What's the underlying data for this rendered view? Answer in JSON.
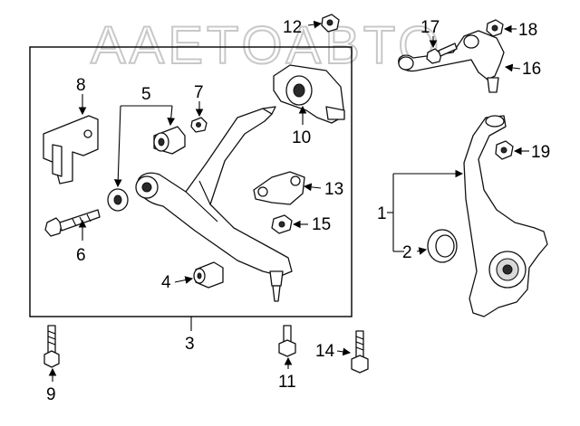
{
  "watermark": "AAETOABTO",
  "callouts": [
    "1",
    "2",
    "3",
    "4",
    "5",
    "6",
    "7",
    "8",
    "9",
    "10",
    "11",
    "12",
    "13",
    "14",
    "15",
    "16",
    "17",
    "18",
    "19"
  ]
}
